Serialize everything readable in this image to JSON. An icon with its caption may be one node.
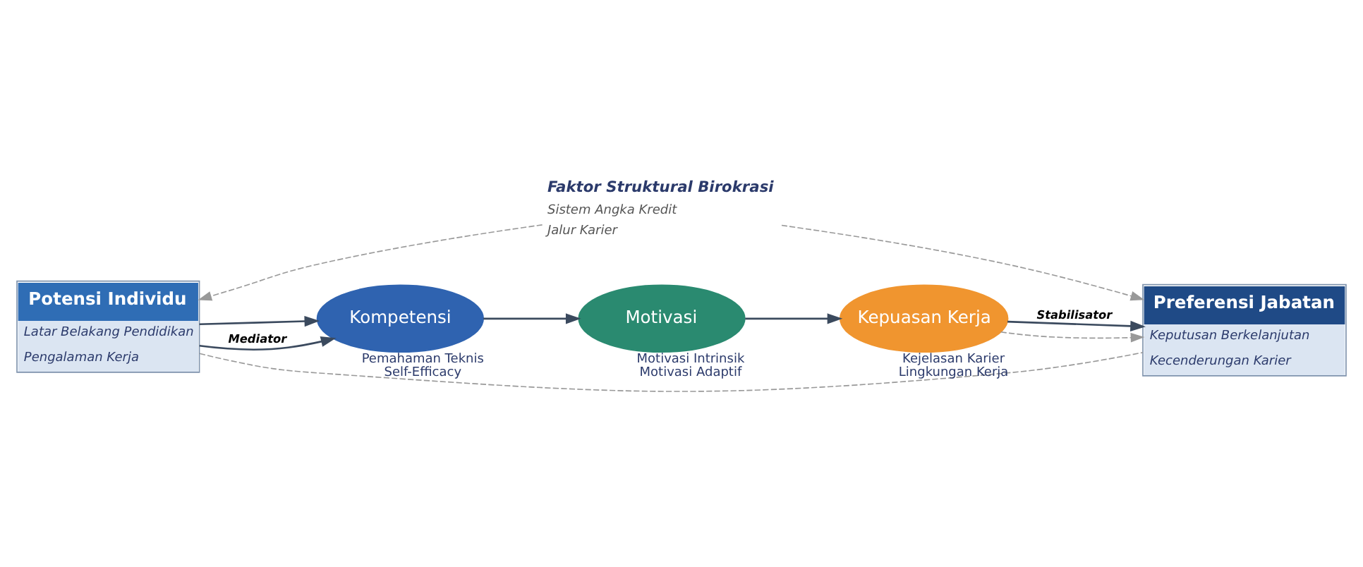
{
  "diagram": {
    "nodes": [
      {
        "text": [
          "Faktor Struktural Birokrasi",
          "Sistem Angka Kredit",
          "Jalur Karier"
        ]
      },
      {
        "text": [
          "Potensi Individu",
          "Latar Belakang Pendidikan",
          "Pengalaman Kerja"
        ]
      },
      {
        "text": [
          "Kompetensi"
        ],
        "beside": [
          "Pemahaman Teknis",
          "Self-Efficacy"
        ]
      },
      {
        "text": [
          "Motivasi"
        ],
        "beside": [
          "Motivasi Intrinsik",
          "Motivasi Adaptif"
        ]
      },
      {
        "text": [
          "Kepuasan Kerja"
        ],
        "beside": [
          "Kejelasan Karier",
          "Lingkungan Kerja"
        ]
      },
      {
        "text": [
          "Preferensi Jabatan",
          "Keputusan Berkelanjutan",
          "Kecenderungan Karier"
        ]
      }
    ],
    "edges": [
      {
        "from": 0,
        "to": 1,
        "arrow": "to",
        "style": "dashed",
        "color": "#999999"
      },
      {
        "from": 0,
        "to": 5,
        "arrow": "to",
        "style": "dashed",
        "color": "#999999"
      },
      {
        "from": 1,
        "to": 2,
        "arrow": "to"
      },
      {
        "from": 1,
        "to": 2,
        "arrow": "to",
        "label": "Mediator"
      },
      {
        "from": 2,
        "to": 3,
        "arrow": "to"
      },
      {
        "from": 3,
        "to": 4,
        "arrow": "to"
      },
      {
        "from": 4,
        "to": 5,
        "arrow": "to",
        "label": "Stabilisator"
      },
      {
        "from": 4,
        "to": 5,
        "arrow": "to",
        "style": "dashed",
        "color": "#999999"
      },
      {
        "from": 1,
        "to": 5,
        "arrow": "none",
        "style": "dashed",
        "color": "#999999"
      }
    ]
  }
}
